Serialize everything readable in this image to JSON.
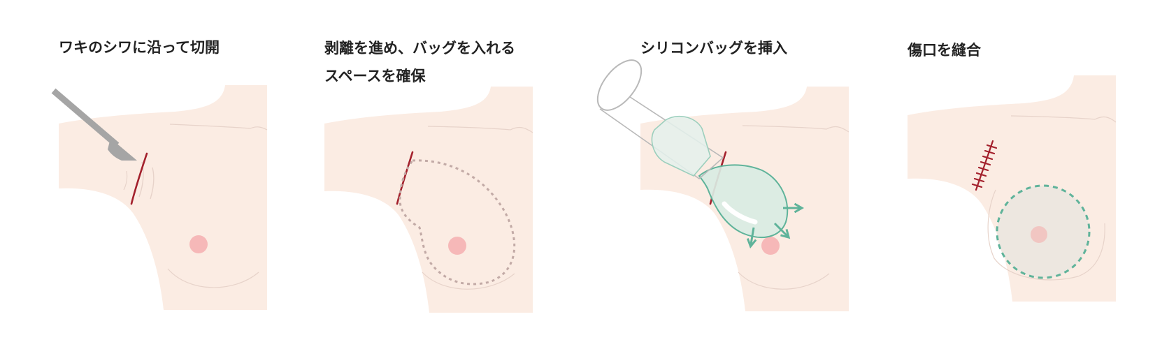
{
  "steps": [
    {
      "title": "ワキのシワに沿って切開"
    },
    {
      "title_line1": "剥離を進め、バッグを入れる",
      "title_line2": "スペースを確保"
    },
    {
      "title": "シリコンバッグを挿入"
    },
    {
      "title": "傷口を縫合"
    }
  ],
  "colors": {
    "skin": "#fbece3",
    "skin_line": "#e7d3ca",
    "nipple": "#f6b8b8",
    "incision": "#a3202c",
    "pocket_outline": "#c2aaa6",
    "implant_stroke": "#5fb39a",
    "implant_fill": "#d9ebe3",
    "tube_stroke": "#b9b9b9",
    "blade": "#a5a5a5",
    "suture_fill": "#ece7df"
  },
  "icons": [
    "scalpel-icon",
    "implant-arrow-icon",
    "insertion-tube-icon"
  ]
}
